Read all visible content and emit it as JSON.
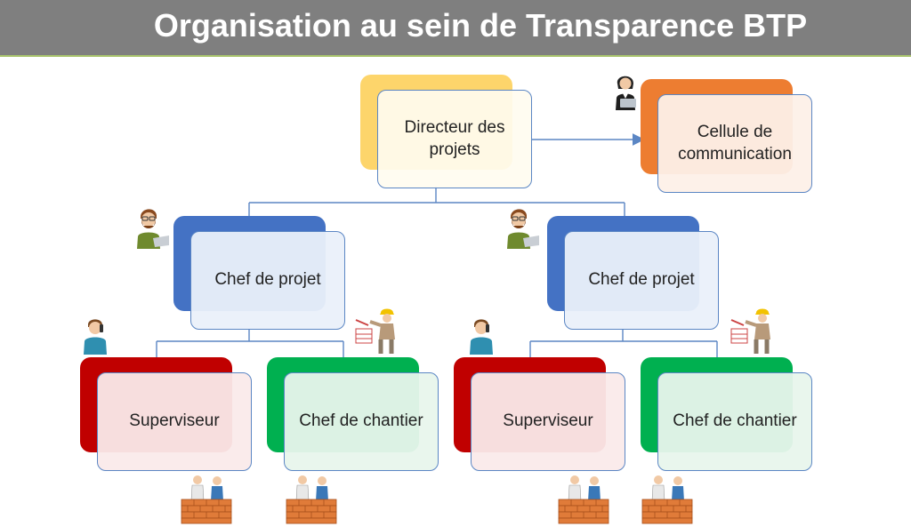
{
  "title": "Organisation au sein de Transparence BTP",
  "colors": {
    "title_bg": "#7f7f7f",
    "director": "#fdd56b",
    "communication": "#ed7d31",
    "project_chief": "#4472c4",
    "supervisor": "#c00000",
    "site_chief": "#00b050",
    "connector": "#5b86c4"
  },
  "nodes": {
    "director": "Directeur des projets",
    "communication": "Cellule de communication",
    "project_chief_left": "Chef de projet",
    "project_chief_right": "Chef de projet",
    "supervisor_left": "Superviseur",
    "site_chief_left": "Chef de chantier",
    "supervisor_right": "Superviseur",
    "site_chief_right": "Chef de chantier"
  },
  "icons": {
    "director": "businesswoman-laptop-icon",
    "project_chief": "bearded-man-laptop-icon",
    "supervisor": "man-on-phone-icon",
    "site_chief": "construction-worker-icon",
    "workers": "bricklayers-icon"
  }
}
